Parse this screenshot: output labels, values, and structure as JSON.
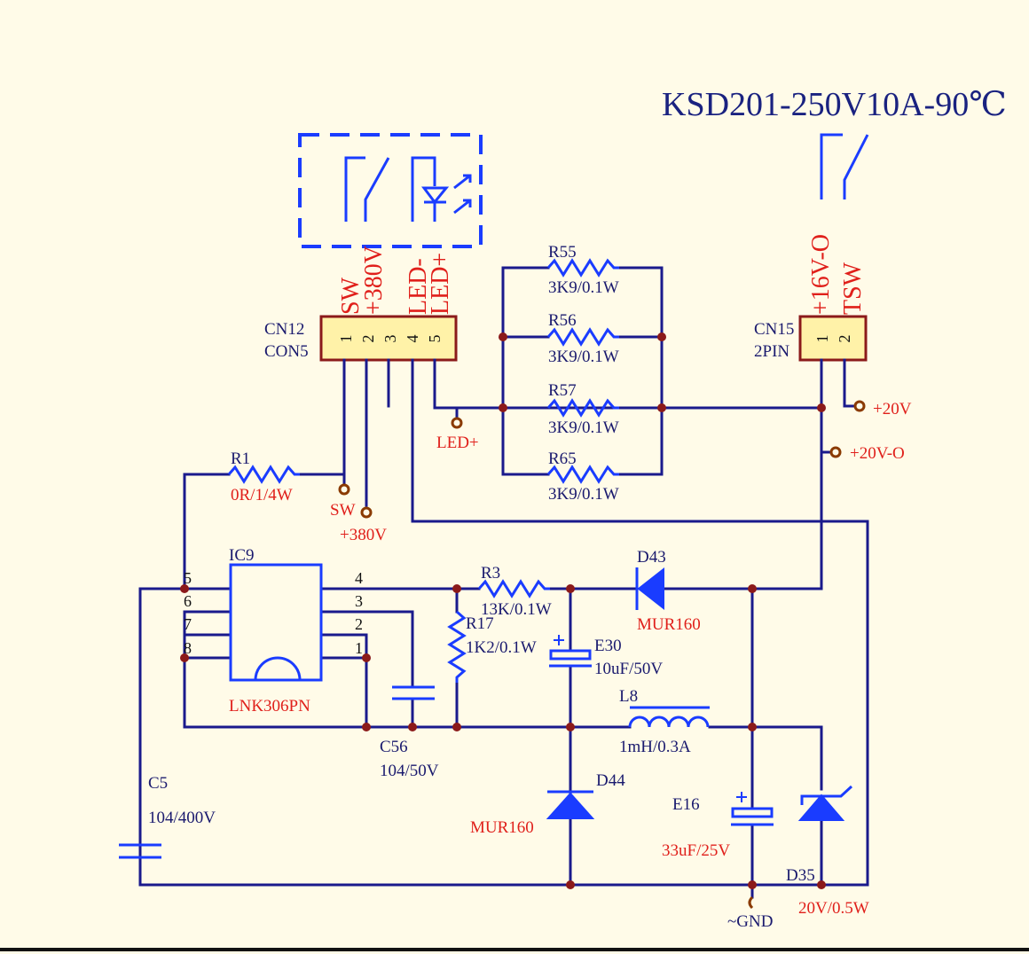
{
  "title": "KSD201-250V10A-90℃",
  "components": {
    "cn12": {
      "ref": "CN12",
      "value": "CON5",
      "pins": [
        "1",
        "2",
        "3",
        "4",
        "5"
      ],
      "pin_labels": [
        "SW",
        "+380V",
        "LED-",
        "LED+"
      ]
    },
    "cn15": {
      "ref": "CN15",
      "value": "2PIN",
      "pins": [
        "1",
        "2"
      ],
      "pin_labels": [
        "+16V-O",
        "TSW"
      ]
    },
    "r55": {
      "ref": "R55",
      "value": "3K9/0.1W"
    },
    "r56": {
      "ref": "R56",
      "value": "3K9/0.1W"
    },
    "r57": {
      "ref": "R57",
      "value": "3K9/0.1W"
    },
    "r65": {
      "ref": "R65",
      "value": "3K9/0.1W"
    },
    "r1": {
      "ref": "R1",
      "value": "0R/1/4W"
    },
    "r3": {
      "ref": "R3",
      "value": "13K/0.1W"
    },
    "r17": {
      "ref": "R17",
      "value": "1K2/0.1W"
    },
    "ic9": {
      "ref": "IC9",
      "value": "LNK306PN",
      "pins": [
        "5",
        "6",
        "7",
        "8",
        "4",
        "3",
        "2",
        "1"
      ]
    },
    "c56": {
      "ref": "C56",
      "value": "104/50V"
    },
    "c5": {
      "ref": "C5",
      "value": "104/400V"
    },
    "e30": {
      "ref": "E30",
      "value": "10uF/50V"
    },
    "e16": {
      "ref": "E16",
      "value": "33uF/25V"
    },
    "d43": {
      "ref": "D43",
      "value": "MUR160"
    },
    "d44": {
      "ref": "D44",
      "value": "MUR160"
    },
    "d35": {
      "ref": "D35",
      "value": "20V/0.5W"
    },
    "l8": {
      "ref": "L8",
      "value": "1mH/0.3A"
    }
  },
  "nets": {
    "led_plus": "LED+",
    "sw": "SW",
    "v380": "+380V",
    "v20": "+20V",
    "v20o": "+20V-O",
    "gnd": "~GND"
  },
  "colors": {
    "background": "#fffbe8",
    "wire": "#1a1a8c",
    "device": "#1a3cff",
    "junction": "#8b1a1a",
    "value_red": "#e0201b"
  }
}
